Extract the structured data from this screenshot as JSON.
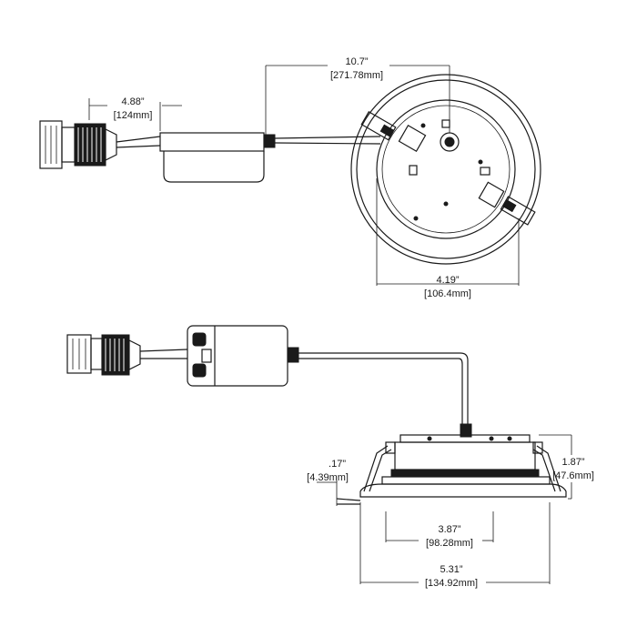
{
  "dimensions": {
    "overall_length": {
      "inches": "10.7”",
      "mm": "[271.78mm]"
    },
    "connector_length": {
      "inches": "4.88”",
      "mm": "[124mm]"
    },
    "trim_diameter_top": {
      "inches": "4.19”",
      "mm": "[106.4mm]"
    },
    "flange_thickness": {
      "inches": ".17”",
      "mm": "[4.39mm]"
    },
    "height": {
      "inches": "1.87”",
      "mm": "[47.6mm]"
    },
    "cutout_diameter": {
      "inches": "3.87”",
      "mm": "[98.28mm]"
    },
    "trim_diameter": {
      "inches": "5.31”",
      "mm": "[134.92mm]"
    }
  },
  "colors": {
    "line": "#1a1a1a",
    "background": "#ffffff"
  }
}
